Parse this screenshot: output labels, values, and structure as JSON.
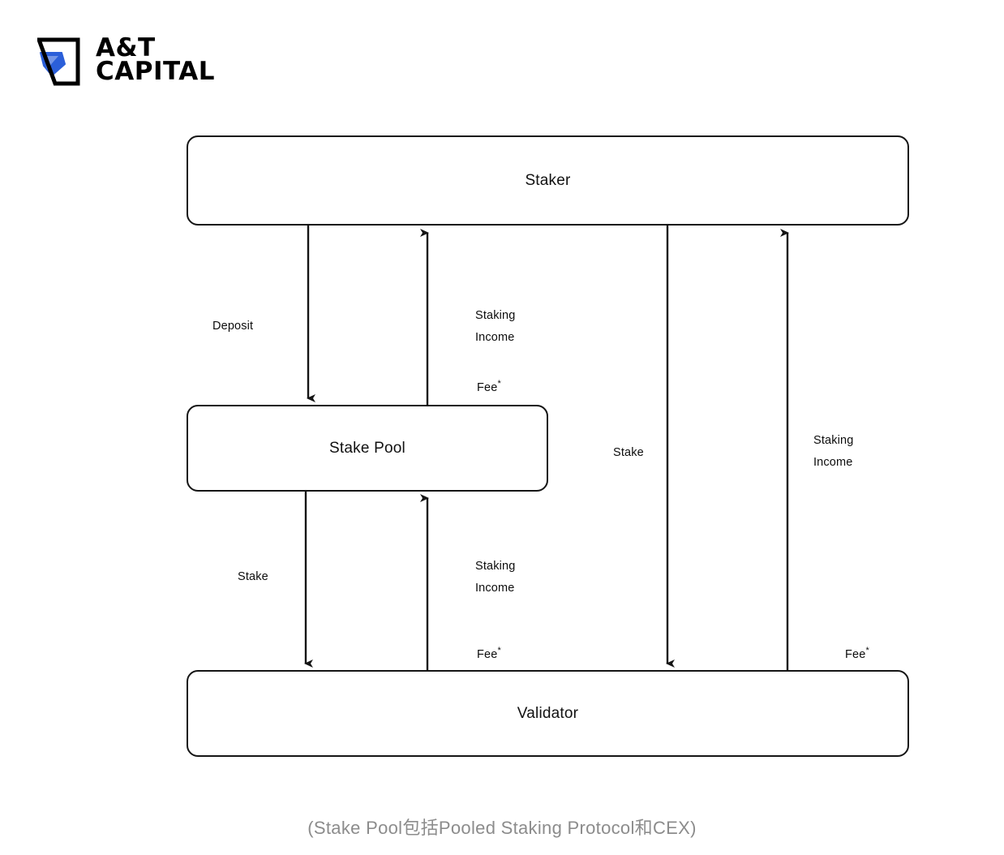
{
  "brand": {
    "logo_line1": "A&T",
    "logo_line2": "CAPITAL",
    "mark_color_primary": "#000000",
    "mark_color_accent": "#2b5fd9"
  },
  "diagram": {
    "type": "flow-diagram",
    "nodes": [
      {
        "id": "staker",
        "label": "Staker"
      },
      {
        "id": "stake_pool",
        "label": "Stake Pool"
      },
      {
        "id": "validator",
        "label": "Validator"
      }
    ],
    "edges": [
      {
        "id": "e1",
        "from": "staker",
        "to": "stake_pool",
        "direction": "down",
        "label": "Deposit"
      },
      {
        "id": "e2",
        "from": "stake_pool",
        "to": "staker",
        "direction": "up",
        "label": "Staking\nIncome",
        "sublabel": "Fee",
        "sublabel_mark": "*"
      },
      {
        "id": "e3",
        "from": "stake_pool",
        "to": "validator",
        "direction": "down",
        "label": "Stake"
      },
      {
        "id": "e4",
        "from": "validator",
        "to": "stake_pool",
        "direction": "up",
        "label": "Staking\nIncome",
        "sublabel": "Fee",
        "sublabel_mark": "*"
      },
      {
        "id": "e5",
        "from": "staker",
        "to": "validator",
        "direction": "down",
        "label": "Stake"
      },
      {
        "id": "e6",
        "from": "validator",
        "to": "staker",
        "direction": "up",
        "label": "Staking\nIncome",
        "sublabel": "Fee",
        "sublabel_mark": "*"
      }
    ],
    "labels": {
      "deposit": "Deposit",
      "staking_income": "Staking\nIncome",
      "fee": "Fee",
      "fee_mark": "*",
      "stake": "Stake"
    },
    "stroke_color": "#151515"
  },
  "caption": "(Stake Pool包括Pooled Staking Protocol和CEX)"
}
